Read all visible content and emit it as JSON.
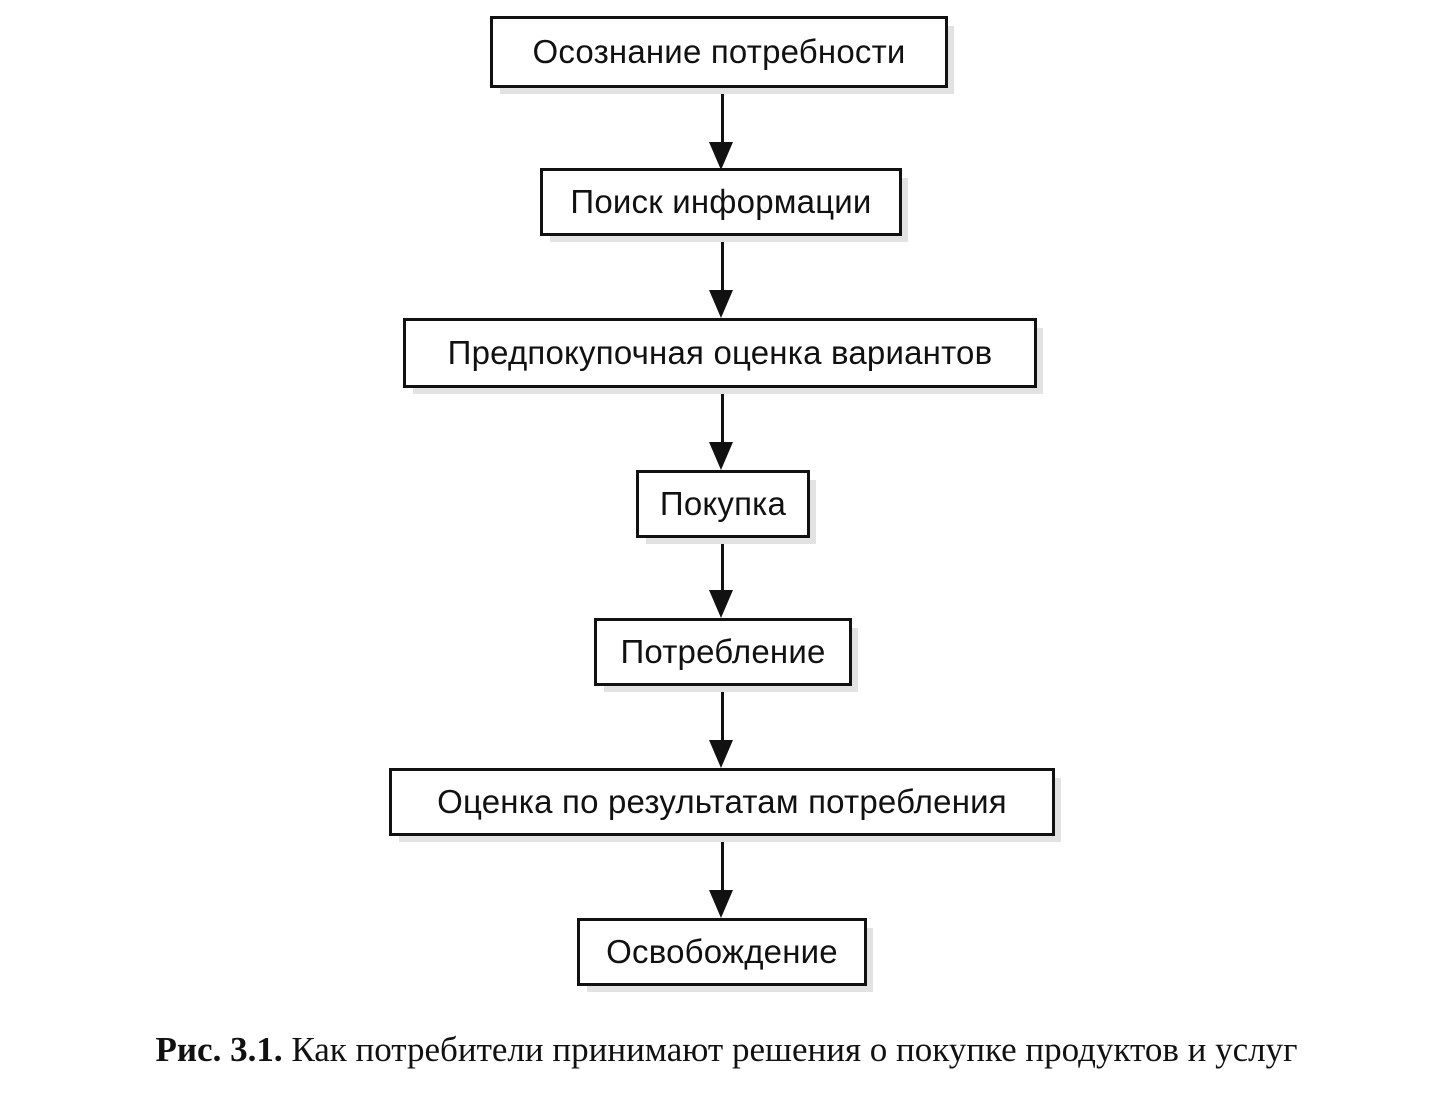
{
  "steps": [
    {
      "label": "Осознание потребности"
    },
    {
      "label": "Поиск информации"
    },
    {
      "label": "Предпокупочная оценка вариантов"
    },
    {
      "label": "Покупка"
    },
    {
      "label": "Потребление"
    },
    {
      "label": "Оценка по результатам потребления"
    },
    {
      "label": "Освобождение"
    }
  ],
  "caption": {
    "label": "Рис. 3.1.",
    "text": " Как потребители принимают решения о покупке продуктов и услуг"
  },
  "colors": {
    "ink": "#111111",
    "box_fill": "#ffffff"
  }
}
